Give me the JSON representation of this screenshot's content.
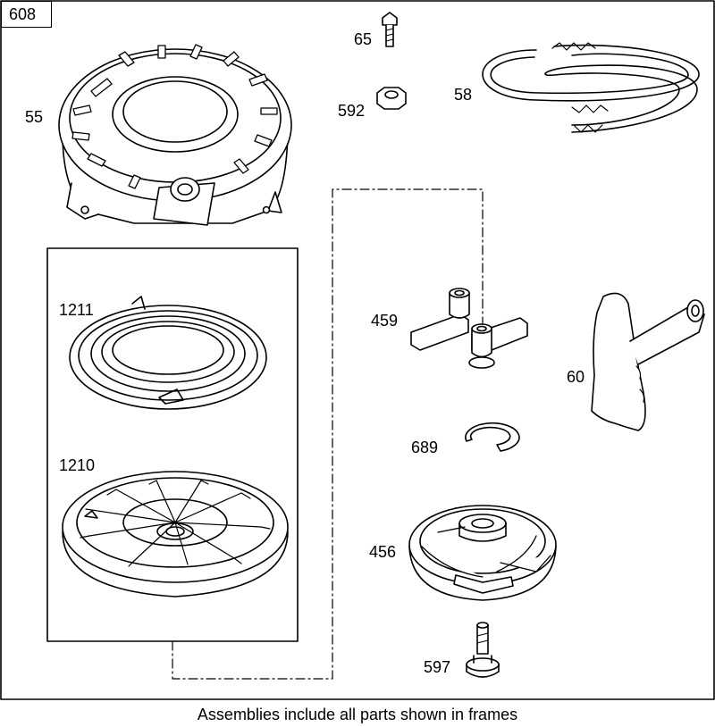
{
  "diagram": {
    "assembly_number": "608",
    "caption": "Assemblies include all parts shown in frames",
    "parts": [
      {
        "number": "55",
        "part": "starter-housing"
      },
      {
        "number": "65",
        "part": "screw"
      },
      {
        "number": "592",
        "part": "nut"
      },
      {
        "number": "58",
        "part": "starter-rope"
      },
      {
        "number": "1211",
        "part": "recoil-spring"
      },
      {
        "number": "1210",
        "part": "pulley"
      },
      {
        "number": "459",
        "part": "pawls"
      },
      {
        "number": "60",
        "part": "starter-handle"
      },
      {
        "number": "689",
        "part": "retaining-ring"
      },
      {
        "number": "456",
        "part": "pawl-retainer"
      },
      {
        "number": "597",
        "part": "center-screw"
      }
    ]
  }
}
